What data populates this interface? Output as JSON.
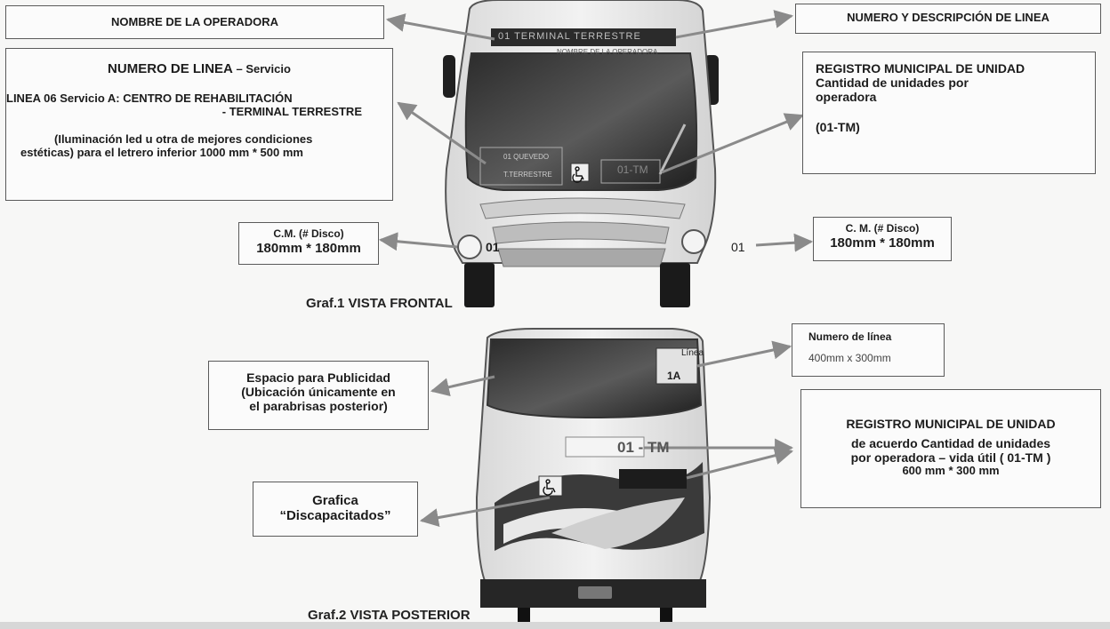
{
  "labels": {
    "operator_name": "NOMBRE DE LA OPERADORA",
    "line_title_main": "NUMERO DE LINEA",
    "line_title_suffix": "– Servicio",
    "line_example_1": "LINEA 06 Servicio A: CENTRO DE REHABILITACIÓN",
    "line_example_2": "- TERMINAL TERRESTRE",
    "line_note_1": "(Iluminación led u otra de mejores condiciones",
    "line_note_2": "estéticas) para el letrero inferior 1000 mm * 500 mm",
    "line_number_desc": "NUMERO Y DESCRIPCIÓN DE LINEA",
    "registry_front_1": "REGISTRO MUNICIPAL DE UNIDAD",
    "registry_front_2": "Cantidad de unidades por",
    "registry_front_3": "operadora",
    "registry_front_4": "(01-TM)",
    "cm_left_1": "C.M. (# Disco)",
    "cm_left_2": "180mm * 180mm",
    "cm_right_1": "C. M. (# Disco)",
    "cm_right_2": "180mm * 180mm",
    "line_rear_1": "Numero de línea",
    "line_rear_2": "400mm x 300mm",
    "ad_space_1": "Espacio para Publicidad",
    "ad_space_2": "(Ubicación únicamente en",
    "ad_space_3": "el parabrisas posterior)",
    "registry_rear_1": "REGISTRO MUNICIPAL DE UNIDAD",
    "registry_rear_2": "de acuerdo Cantidad de unidades",
    "registry_rear_3": "por operadora  – vida útil ( 01-TM )",
    "registry_rear_4": "600 mm * 300 mm",
    "disabled_1": "Grafica",
    "disabled_2": "“Discapacitados”"
  },
  "bus_front": {
    "top_sign": "01 TERMINAL TERRESTRE",
    "operator_strip": "NOMBRE DE LA OPERADORA",
    "route_1": "01 QUEVEDO",
    "route_2": "T.TERRESTRE",
    "unit_code": "01-TM",
    "disc_left": "01",
    "disc_right": "01"
  },
  "bus_rear": {
    "line_fragment": "Línea",
    "line_code": "1A",
    "unit_code": "01 - TM"
  },
  "captions": {
    "front": "Graf.1 VISTA FRONTAL",
    "rear": "Graf.2 VISTA POSTERIOR"
  }
}
